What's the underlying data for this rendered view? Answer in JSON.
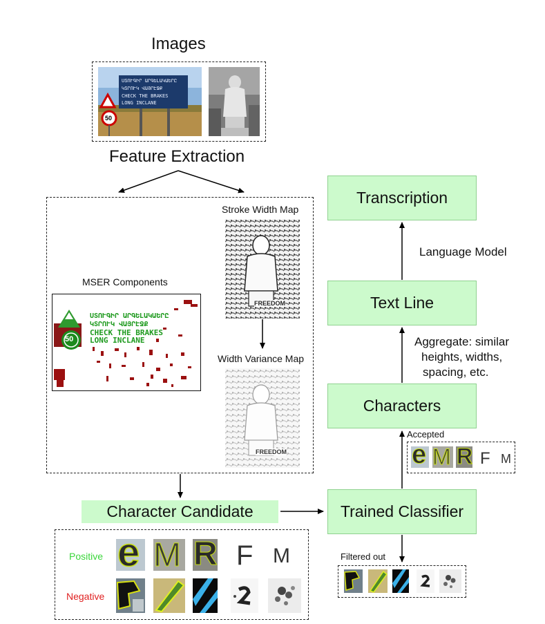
{
  "images_title": "Images",
  "feature_extraction": "Feature Extraction",
  "stroke_width_map": "Stroke Width Map",
  "width_variance_map": "Width Variance Map",
  "mser_components": "MSER Components",
  "character_candidate": "Character Candidate",
  "trained_classifier": "Trained Classifier",
  "characters": "Characters",
  "text_line": "Text Line",
  "transcription": "Transcription",
  "language_model": "Language Model",
  "aggregate_lines": [
    "Aggregate: similar",
    "heights, widths,",
    "spacing, etc."
  ],
  "accepted": "Accepted",
  "filtered_out": "Filtered out",
  "positive": "Positive",
  "negative": "Negative",
  "sign_text": [
    "ՍՏՈՒԳԻՐ ԱՐԳԵԼԱԿԱԵՐԸ",
    "ԿՏՐՈՒԿ ՎԱՅՐԷՋՔ",
    "CHECK THE BRAKES",
    "LONG INCLANE"
  ],
  "speed_limit": "50",
  "freedom": "FREEDOM",
  "sample_glyphs": [
    "e",
    "M",
    "R",
    "F",
    "M"
  ],
  "colors": {
    "box_fill": "#ccfacc",
    "positive": "#3ad63a",
    "negative": "#e02020",
    "mser_text": "#1e9a1e",
    "mser_blob": "#9b1010"
  }
}
